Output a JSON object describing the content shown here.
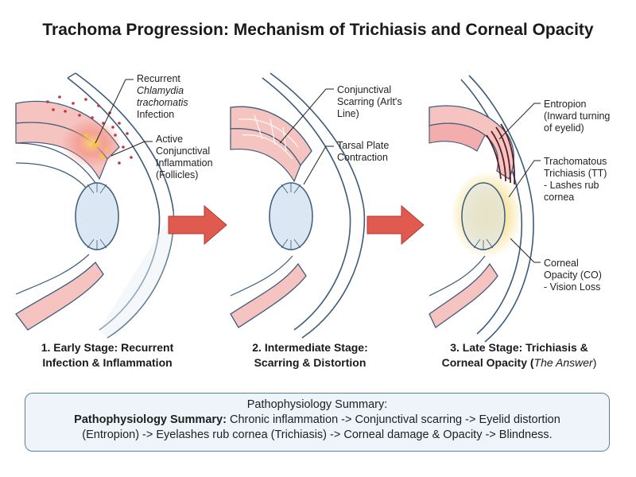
{
  "title": "Trachoma Progression: Mechanism of Trichiasis and Corneal Opacity",
  "callouts": {
    "recurrent_line1": "Recurrent",
    "recurrent_line2": "Chlamydia",
    "recurrent_line3": "trachomatis",
    "recurrent_line4": "Infection",
    "active_line1": "Active",
    "active_line2": "Conjunctival",
    "active_line3": "Inflammation",
    "active_line4": "(Follicles)",
    "scarring_line1": "Conjunctival",
    "scarring_line2": "Scarring (Arlt's",
    "scarring_line3": "Line)",
    "tarsal_line1": "Tarsal Plate",
    "tarsal_line2": "Contraction",
    "entropion_line1": "Entropion",
    "entropion_line2": "(Inward turning",
    "entropion_line3": "of eyelid)",
    "tt_line1": "Trachomatous",
    "tt_line2": "Trichiasis (TT)",
    "tt_line3": "- Lashes rub",
    "tt_line4": "cornea",
    "co_line1": "Corneal",
    "co_line2": "Opacity (CO)",
    "co_line3": "- Vision Loss"
  },
  "stages": [
    {
      "line1": "1. Early Stage: Recurrent",
      "line2": "Infection & Inflammation"
    },
    {
      "line1": "2. Intermediate Stage:",
      "line2": "Scarring & Distortion"
    },
    {
      "line1": "3. Late Stage: Trichiasis &",
      "line2_main": "Corneal Opacity (",
      "line2_em": "The Answer",
      "line2_end": ")"
    }
  ],
  "summary": {
    "heading": "Pathophysiology Summary:",
    "bold_lead": "Pathophysiology Summary:",
    "line2": " Chronic inflammation -> Conjunctival scarring -> Eyelid distortion",
    "line3": "(Entropion) -> Eyelashes rub cornea (Trichiasis) -> Corneal damage & Opacity -> Blindness."
  },
  "colors": {
    "inflamed": "#f08a8a",
    "tissue_pink": "#f6c4c0",
    "lens_blue": "#dbe8f4",
    "outline": "#3d5b7a",
    "arrow_red": "#e05a50",
    "opacity_yellow": "#f3d56a",
    "summary_bg": "#eef4fa",
    "summary_border": "#5b7fa3"
  }
}
